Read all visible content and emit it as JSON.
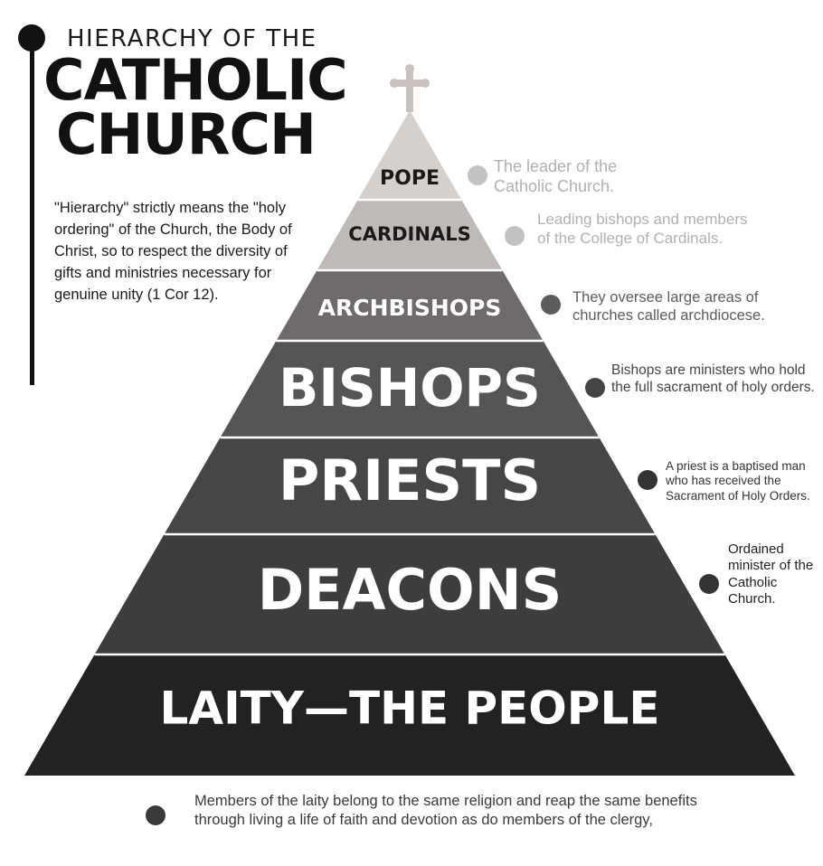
{
  "title": {
    "line1": "HIERARCHY OF THE",
    "line2": "CATHOLIC",
    "line3": "CHURCH"
  },
  "intro": "\"Hierarchy\" strictly means the \"holy ordering\" of the Church, the Body of Christ, so to respect the diversity of gifts and ministries necessary for genuine unity (1 Cor 12).",
  "tiers": [
    {
      "label": "POPE",
      "description": "The leader of the Catholic Church.",
      "fill": "#d6d0cd",
      "text_color": "#1a1a1a",
      "desc_color": "#b2b0ae",
      "dot_color": "#c4c2c0"
    },
    {
      "label": "CARDINALS",
      "description": "Leading bishops and members of the College of Cardinals.",
      "fill": "#bfbab8",
      "text_color": "#1a1a1a",
      "desc_color": "#b2b0ae",
      "dot_color": "#c4c2c0"
    },
    {
      "label": "ARCHBISHOPS",
      "description": "They oversee large areas of churches called archdiocese.",
      "fill": "#6e6b6a",
      "text_color": "#ffffff",
      "desc_color": "#5e5c5b",
      "dot_color": "#5e5c5b"
    },
    {
      "label": "BISHOPS",
      "description": "Bishops are ministers who hold the full sacrament of holy orders.",
      "fill": "#575454",
      "text_color": "#ffffff",
      "desc_color": "#444444",
      "dot_color": "#444444"
    },
    {
      "label": "PRIESTS",
      "description": "A priest is a baptised man who has received the Sacrament of Holy Orders.",
      "fill": "#474545",
      "text_color": "#ffffff",
      "desc_color": "#333333",
      "dot_color": "#333333"
    },
    {
      "label": "DEACONS",
      "description": "Ordained minister of the Catholic Church.",
      "fill": "#3e3c3c",
      "text_color": "#ffffff",
      "desc_color": "#1f1f1f",
      "dot_color": "#333333"
    },
    {
      "label": "LAITY—THE PEOPLE",
      "description": "Members of the laity belong to the same religion and reap the same benefits through living a life of faith and devotion as do members of the clergy,",
      "fill": "#232222",
      "text_color": "#ffffff",
      "desc_color": "#3a3a3a",
      "dot_color": "#3a3a3a"
    }
  ],
  "colors": {
    "cross": "#c9c2bf",
    "title": "#111111",
    "rule": "#111111",
    "separator": "#ffffff"
  },
  "icons": {
    "cross": "cross-icon",
    "bullet": "bullet-dot-icon"
  }
}
